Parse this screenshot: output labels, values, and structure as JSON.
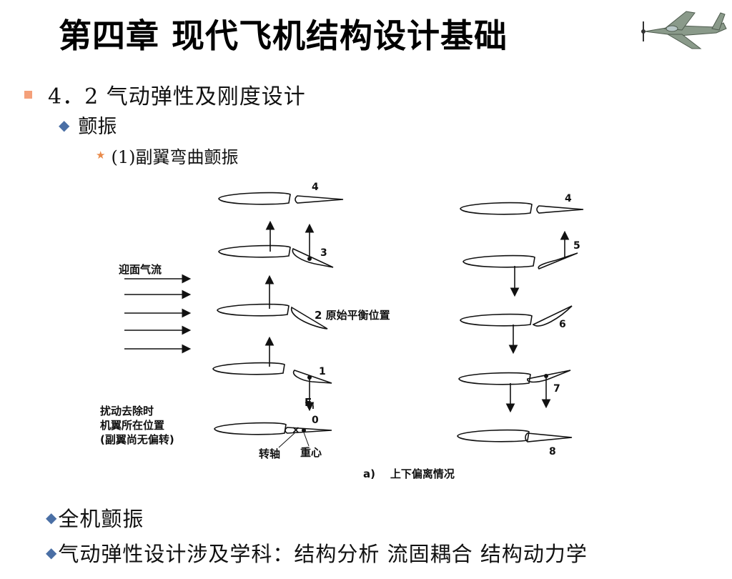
{
  "title": "第四章  现代飞机结构设计基础",
  "section": "4．2 气动弹性及刚度设计",
  "sub": "颤振",
  "subsub": "(1)副翼弯曲颤振",
  "figure": {
    "airflow_label": "迎面气流",
    "balance_label": "2 原始平衡位置",
    "disturb_label_1": "扰动去除时",
    "disturb_label_2": "机翼所在位置",
    "disturb_label_3": "(副翼尚无偏转)",
    "axis_label": "转轴",
    "cg_label": "重心",
    "force_label": "F",
    "force_sub": "i",
    "caption": "a)    上下偏离情况",
    "left_nums": [
      "4",
      "3",
      "1",
      "0"
    ],
    "right_nums": [
      "4",
      "5",
      "6",
      "7",
      "8"
    ]
  },
  "bullets": [
    "全机颤振",
    "气动弹性设计涉及学科：结构分析 流固耦合 结构动力学"
  ]
}
